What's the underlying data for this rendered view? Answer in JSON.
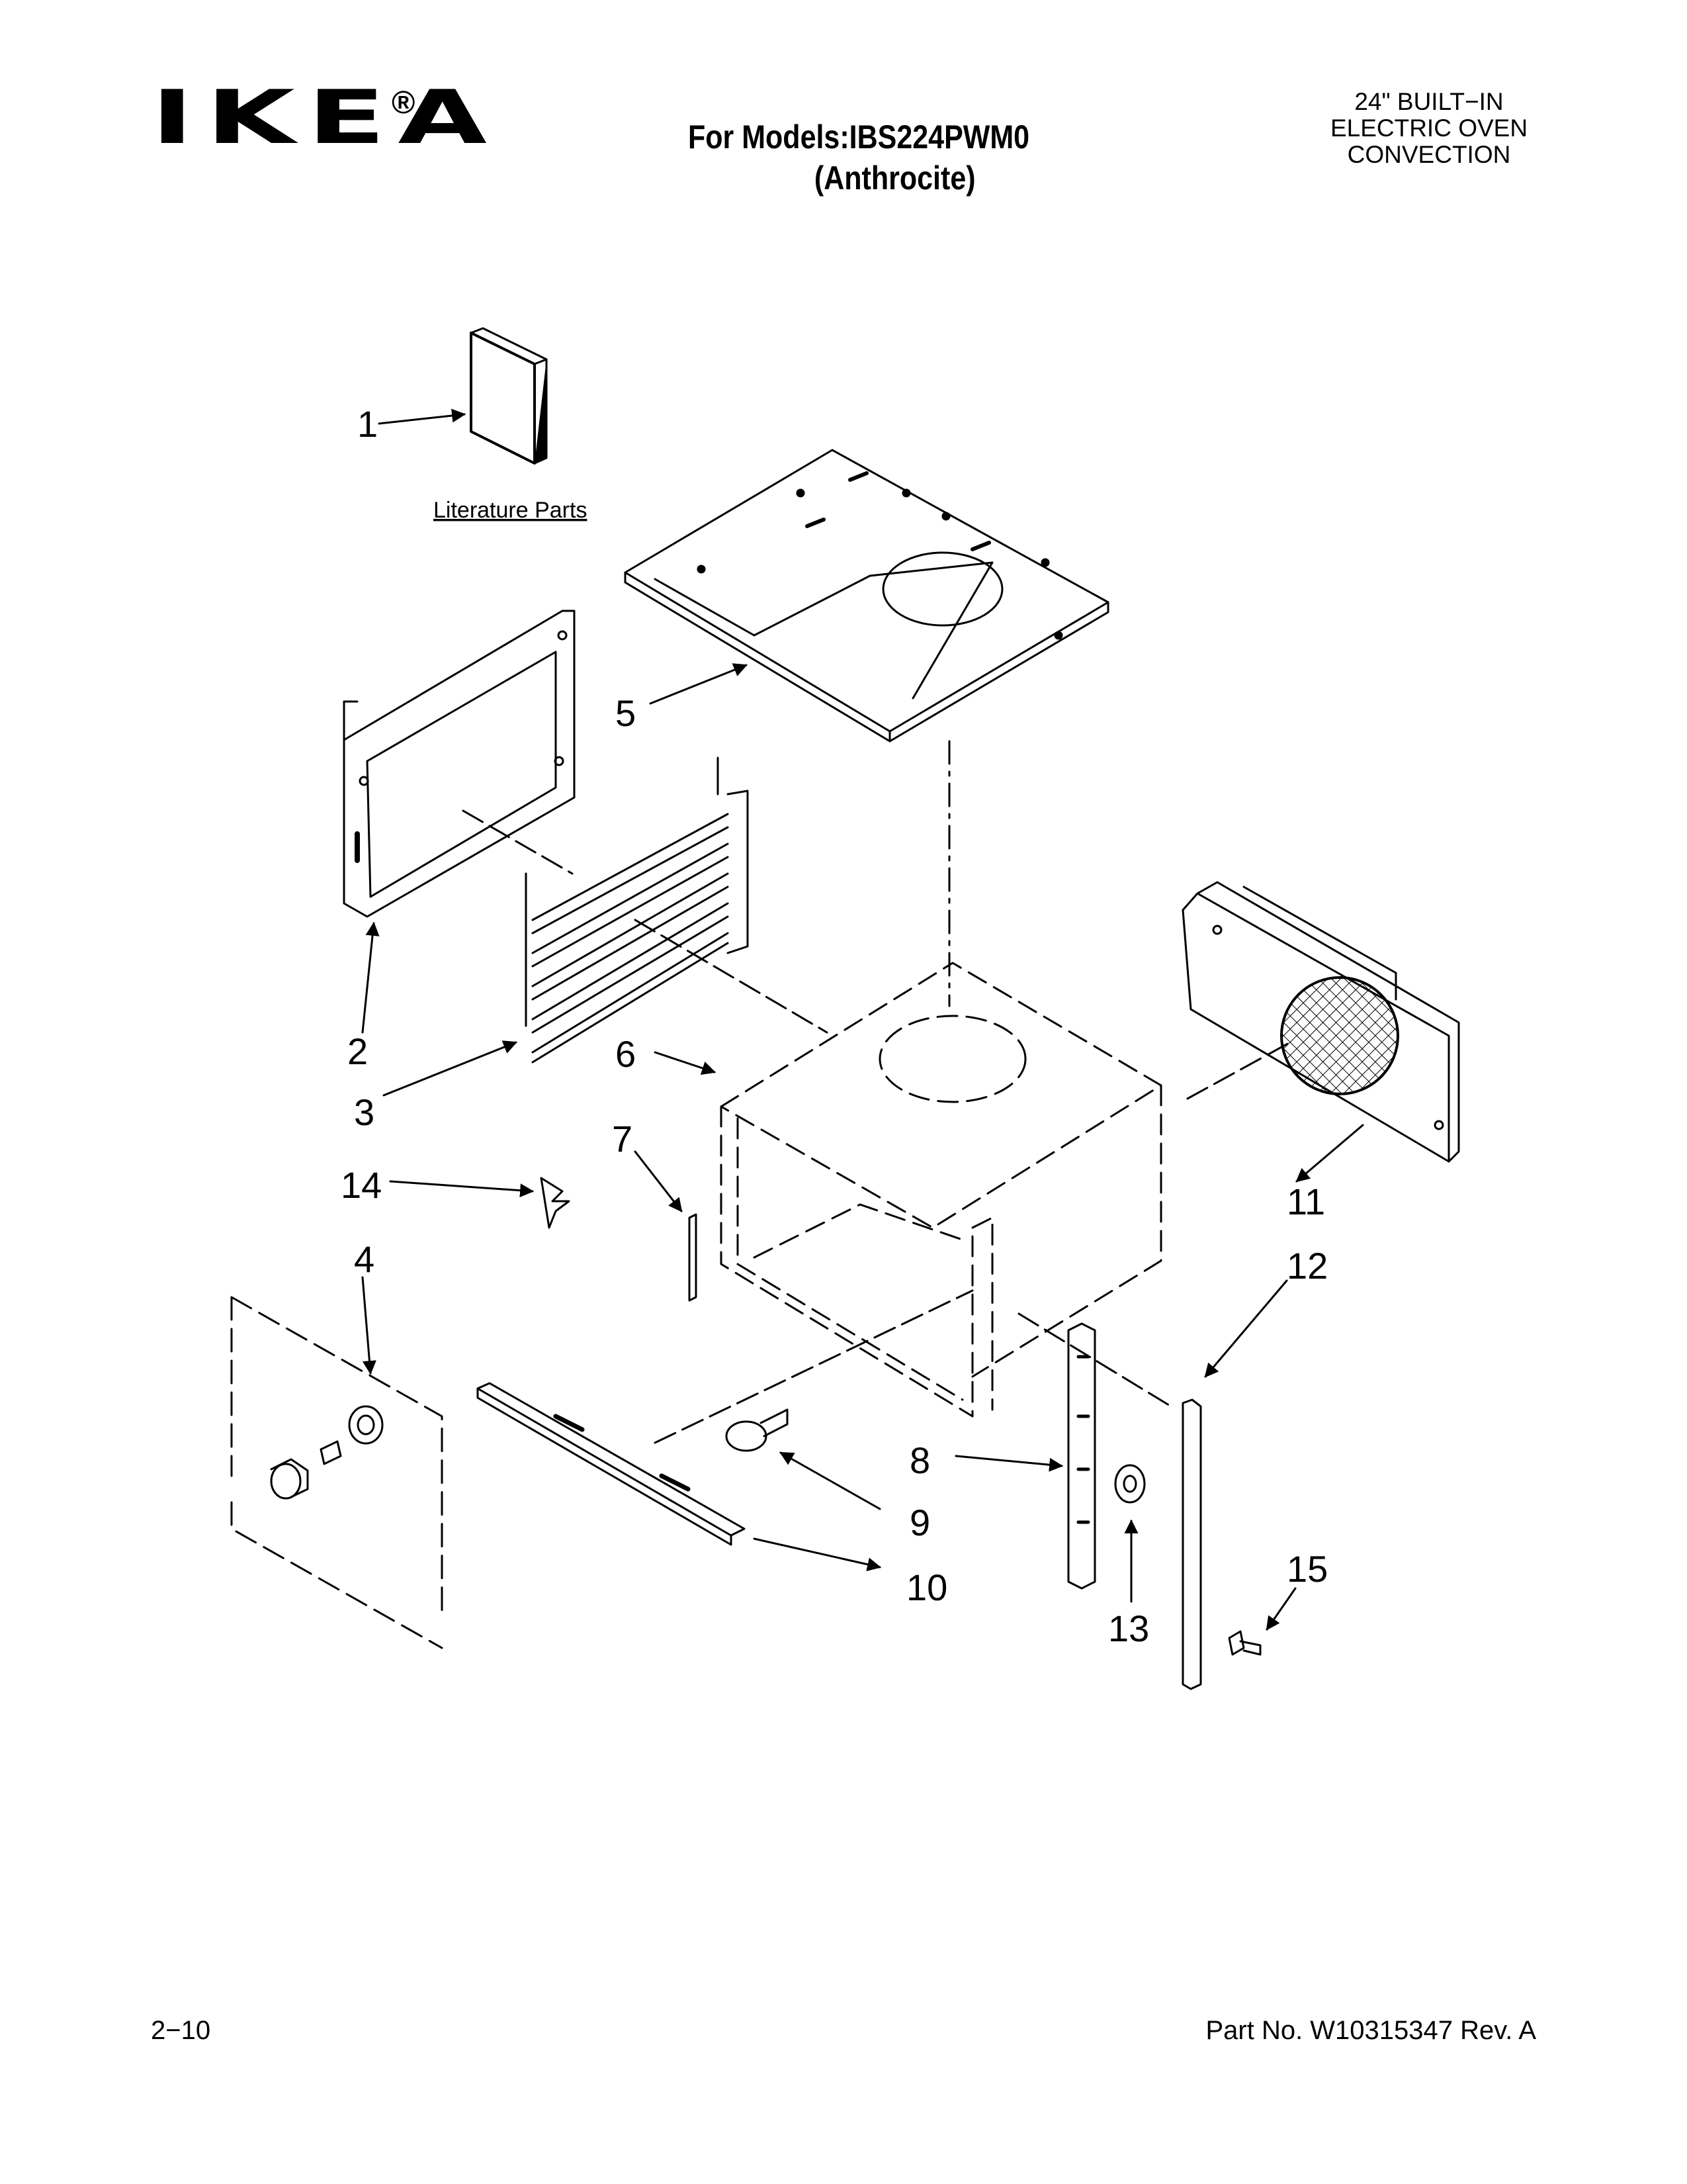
{
  "header": {
    "brand": "IKEA",
    "registered_mark": "®",
    "models_line1": "For Models:IBS224PWM0",
    "models_line2": "(Anthrocite)",
    "product_line1": "24\" BUILT−IN",
    "product_line2": "ELECTRIC OVEN",
    "product_line3": "CONVECTION"
  },
  "diagram": {
    "literature_label": "Literature Parts",
    "callouts": [
      "1",
      "2",
      "3",
      "4",
      "5",
      "6",
      "7",
      "8",
      "9",
      "10",
      "11",
      "12",
      "13",
      "14",
      "15"
    ]
  },
  "footer": {
    "page": "2−10",
    "part_no": "Part No. W10315347 Rev. A"
  },
  "colors": {
    "ink": "#000000",
    "paper": "#ffffff"
  }
}
